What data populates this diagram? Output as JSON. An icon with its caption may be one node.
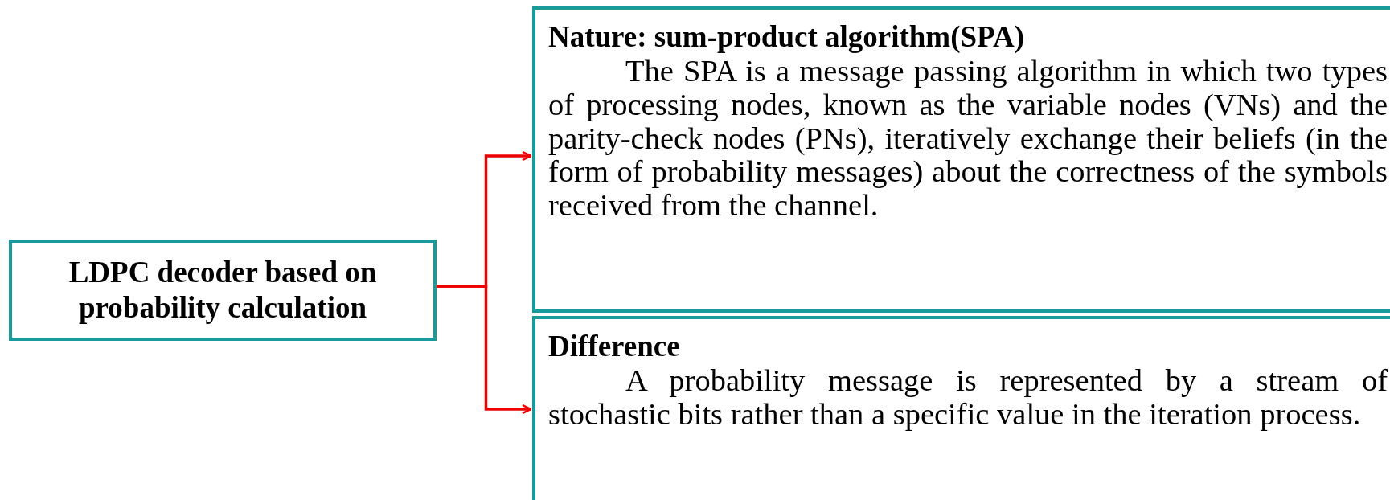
{
  "diagram": {
    "nodes": [
      {
        "text": [
          "LDPC decoder based on probability calculation"
        ]
      },
      {
        "text": [
          "Nature: sum-product algorithm(SPA)",
          "The SPA is a message passing algorithm in which two types of processing nodes, known as the variable nodes (VNs) and the parity-check nodes (PNs), iteratively exchange their beliefs (in the form of probability messages) about the correctness of the symbols received from the channel."
        ]
      },
      {
        "text": [
          "Difference",
          "A probability message is represented by a stream of stochastic bits rather than a specific value in the iteration process."
        ]
      }
    ],
    "edges": [
      {
        "from": 0,
        "to": 1,
        "arrow": "to"
      },
      {
        "from": 0,
        "to": 2,
        "arrow": "to"
      }
    ]
  }
}
